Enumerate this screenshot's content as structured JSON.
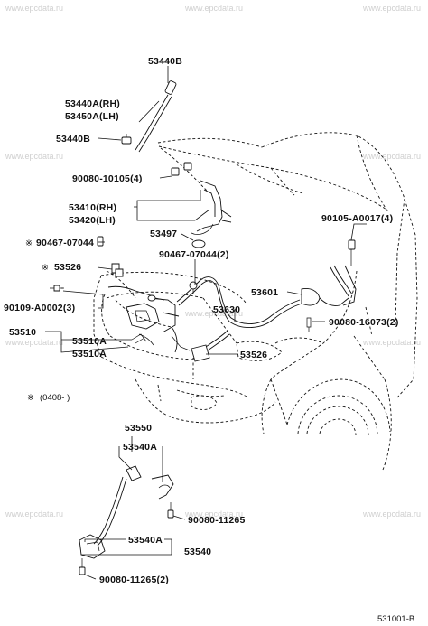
{
  "diagram": {
    "watermark": "www.epcdata.ru",
    "diagram_code": "531001-B",
    "note_symbol": "※",
    "note_text": "(0408-      )",
    "labels": {
      "strut_top": "53440B",
      "strut_rh": "53440A(RH)",
      "strut_lh": "53450A(LH)",
      "strut_bottom": "53440B",
      "bolt_90080_10105": "90080-10105(4)",
      "hinge_rh": "53410(RH)",
      "hinge_lh": "53420(LH)",
      "cushion_53497": "53497",
      "clip_90467_07044": "90467-07044",
      "clip_90467_07044_2": "90467-07044(2)",
      "bolt_90105_a0017": "90105-A0017(4)",
      "marked_53526": "53526",
      "bolt_90109_a0002": "90109-A0002(3)",
      "support_53601": "53601",
      "cable_53630": "53630",
      "bolt_90080_16073": "90080-16073(2)",
      "lock_53510": "53510",
      "lock_53510a_1": "53510A",
      "lock_53510a_2": "53510A",
      "guide_53526": "53526",
      "rod_53550": "53550",
      "rod_53540a": "53540A",
      "bolt_90080_11265": "90080-11265",
      "rod_53540a_2": "53540A",
      "rod_53540": "53540",
      "bolt_90080_11265_2": "90080-11265(2)"
    }
  }
}
